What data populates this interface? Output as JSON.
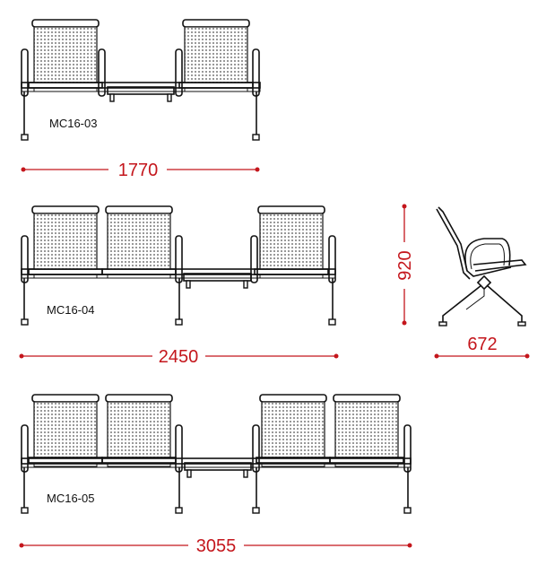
{
  "colors": {
    "dimension": "#c4161c",
    "outline": "#111111",
    "mesh": "#8a8a8a"
  },
  "rows": [
    {
      "model": "MC16-03",
      "width_label": "1770"
    },
    {
      "model": "MC16-04",
      "width_label": "2450"
    },
    {
      "model": "MC16-05",
      "width_label": "3055"
    }
  ],
  "side_view": {
    "height_label": "920",
    "depth_label": "672"
  }
}
